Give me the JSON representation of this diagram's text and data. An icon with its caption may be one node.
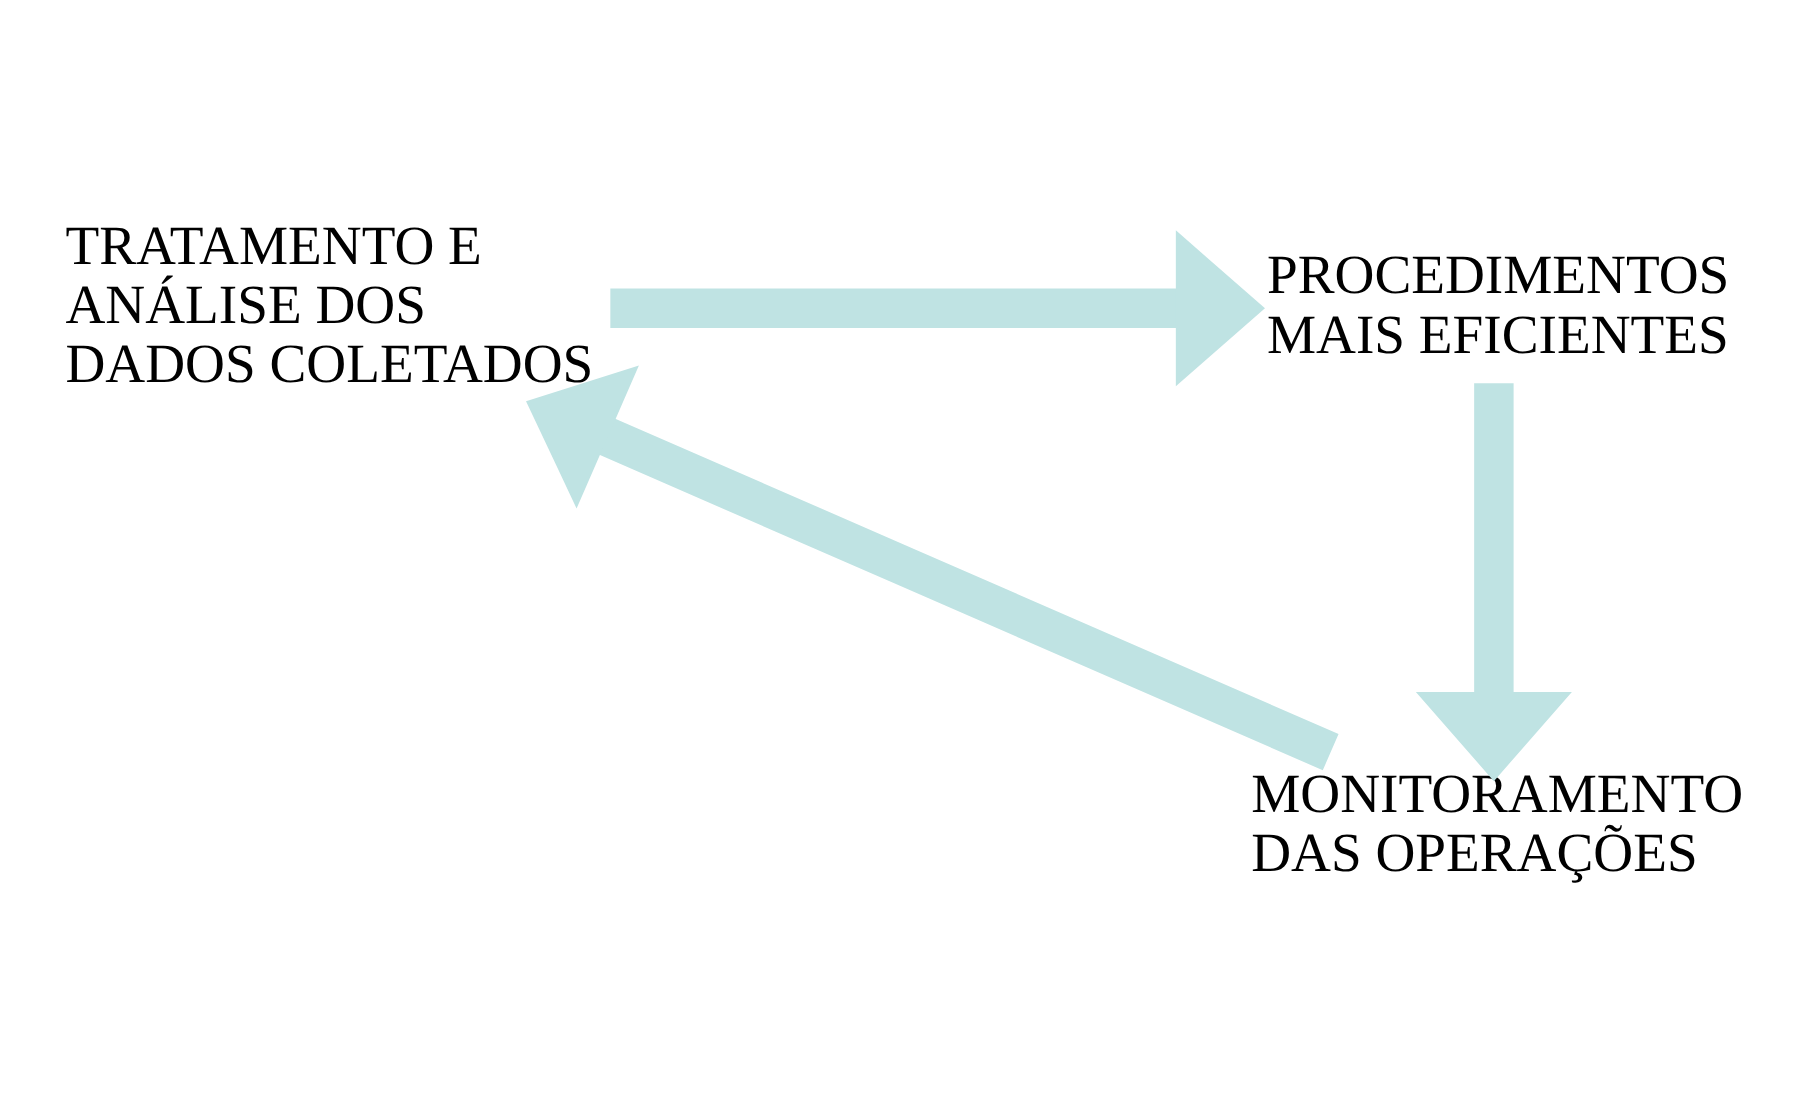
{
  "diagram": {
    "nodes": [
      {
        "text": [
          "TRATAMENTO E ANÁLISE DOS DADOS COLETADOS"
        ]
      },
      {
        "text": [
          "PROCEDIMENTOS MAIS EFICIENTES"
        ]
      },
      {
        "text": [
          "MONITORAMENTO DAS OPERAÇÕES"
        ]
      }
    ],
    "edges": [
      {
        "from": 0,
        "to": 1,
        "arrow": "to"
      },
      {
        "from": 1,
        "to": 2,
        "arrow": "to"
      },
      {
        "from": 2,
        "to": 0,
        "arrow": "to"
      }
    ]
  }
}
